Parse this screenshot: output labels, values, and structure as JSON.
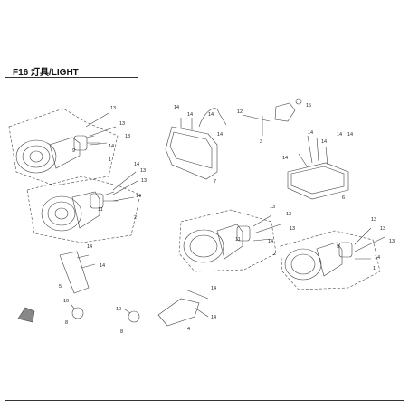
{
  "title": "F16  灯具/LIGHT",
  "callouts": [
    "1",
    "2",
    "3",
    "4",
    "5",
    "6",
    "7",
    "8",
    "9",
    "10",
    "11",
    "12",
    "13",
    "14",
    "15"
  ]
}
